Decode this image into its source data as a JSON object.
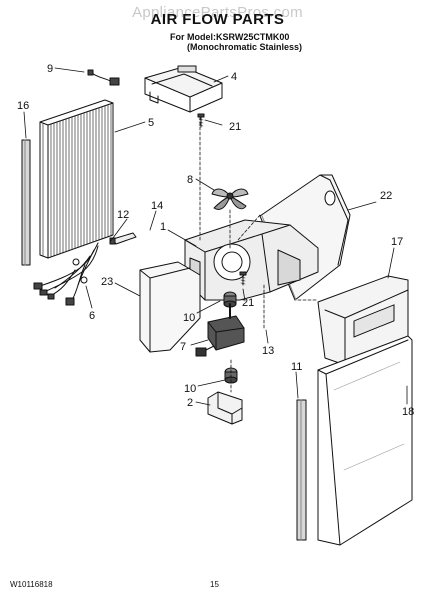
{
  "watermark": "AppliancePartsPros.com",
  "header": {
    "title": "AIR FLOW PARTS",
    "model_line": "For Model:KSRW25CTMK00",
    "variant_line": "(Monochromatic Stainless)"
  },
  "footer": {
    "doc_number": "W10116818",
    "page_number": "15"
  },
  "callouts": [
    "9",
    "4",
    "16",
    "5",
    "21",
    "8",
    "22",
    "14",
    "12",
    "1",
    "17",
    "23",
    "21",
    "10",
    "6",
    "13",
    "7",
    "11",
    "10",
    "2",
    "18"
  ]
}
